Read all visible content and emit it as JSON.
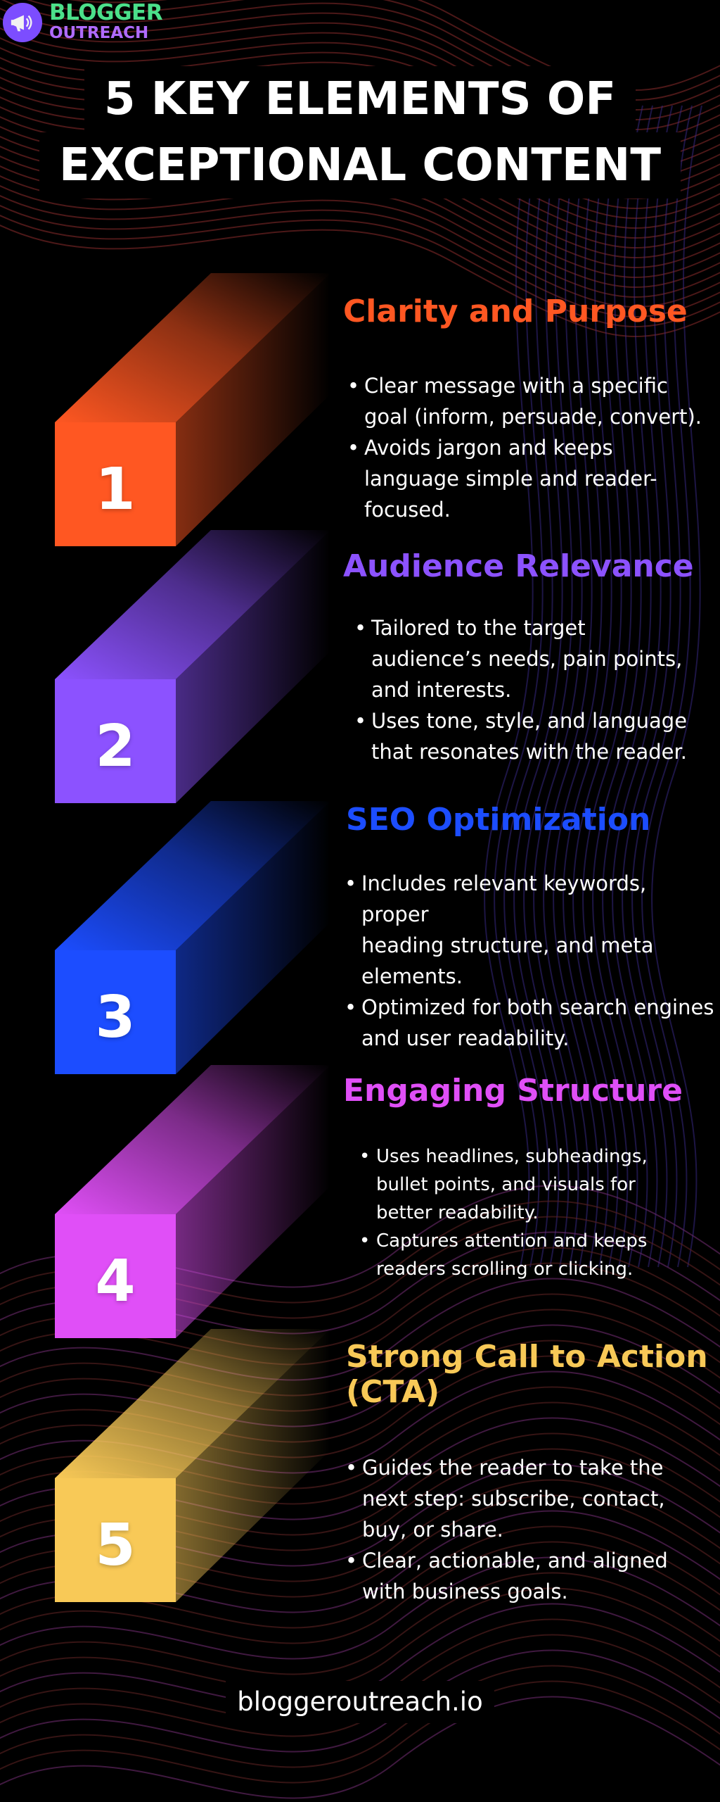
{
  "logo": {
    "line1": "BLOGGER",
    "line2": "OUTREACH",
    "icon": "megaphone-icon"
  },
  "title": {
    "line1": "5 KEY ELEMENTS OF",
    "line2": "EXCEPTIONAL CONTENT"
  },
  "items": [
    {
      "number": "1",
      "color": "#ff5722",
      "heading": [
        "Clarity and Purpose"
      ],
      "points": [
        [
          "Clear message with a specific",
          "goal (inform, persuade, convert)."
        ],
        [
          "Avoids jargon and keeps",
          "language simple and reader-",
          "focused."
        ]
      ]
    },
    {
      "number": "2",
      "color": "#8c52ff",
      "heading": [
        "Audience Relevance"
      ],
      "points": [
        [
          "Tailored to the target",
          "audience’s needs, pain points,",
          "and interests."
        ],
        [
          "Uses tone, style, and language",
          "that resonates with the reader."
        ]
      ]
    },
    {
      "number": "3",
      "color": "#1c4dff",
      "heading": [
        "SEO Optimization"
      ],
      "points": [
        [
          "Includes relevant keywords, proper",
          "heading structure, and meta",
          "elements."
        ],
        [
          "Optimized for both search engines",
          "and user readability."
        ]
      ]
    },
    {
      "number": "4",
      "color": "#e04ff7",
      "heading": [
        "Engaging Structure"
      ],
      "points": [
        [
          "Uses headlines, subheadings,",
          "bullet points, and visuals for",
          "better readability."
        ],
        [
          "Captures attention and keeps",
          "readers scrolling or clicking."
        ]
      ]
    },
    {
      "number": "5",
      "color": "#f8c957",
      "heading": [
        "Strong Call to Action",
        "(CTA)"
      ],
      "points": [
        [
          "Guides the reader to take the",
          "next step: subscribe, contact,",
          "buy, or share."
        ],
        [
          "Clear, actionable, and aligned",
          "with business goals."
        ]
      ]
    }
  ],
  "footer": {
    "url": "bloggeroutreach.io"
  }
}
